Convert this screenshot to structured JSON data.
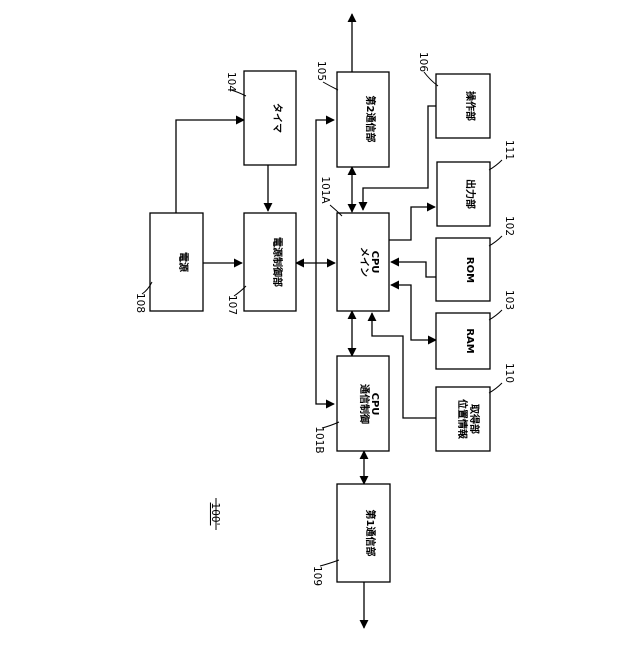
{
  "figure": {
    "ref": "100'",
    "blocks": [
      {
        "id": "power",
        "label": "電源",
        "ref": "108"
      },
      {
        "id": "power-control",
        "label": "電源制御部",
        "ref": "107"
      },
      {
        "id": "timer",
        "label": "タイマ",
        "ref": "104"
      },
      {
        "id": "main-cpu",
        "label": "メイン",
        "label2": "CPU",
        "ref": "101A"
      },
      {
        "id": "comm-control-cpu",
        "label": "通信制御",
        "label2": "CPU",
        "ref": "101B"
      },
      {
        "id": "comm2",
        "label": "第2通信部",
        "ref": "105"
      },
      {
        "id": "comm1",
        "label": "第1通信部",
        "ref": "109"
      },
      {
        "id": "operation",
        "label": "操作部",
        "ref": "106"
      },
      {
        "id": "output",
        "label": "出力部",
        "ref": "111"
      },
      {
        "id": "rom",
        "label": "ROM",
        "ref": "102"
      },
      {
        "id": "ram",
        "label": "RAM",
        "ref": "103"
      },
      {
        "id": "position",
        "label": "位置情報",
        "label2": "取得部",
        "ref": "110"
      }
    ]
  }
}
